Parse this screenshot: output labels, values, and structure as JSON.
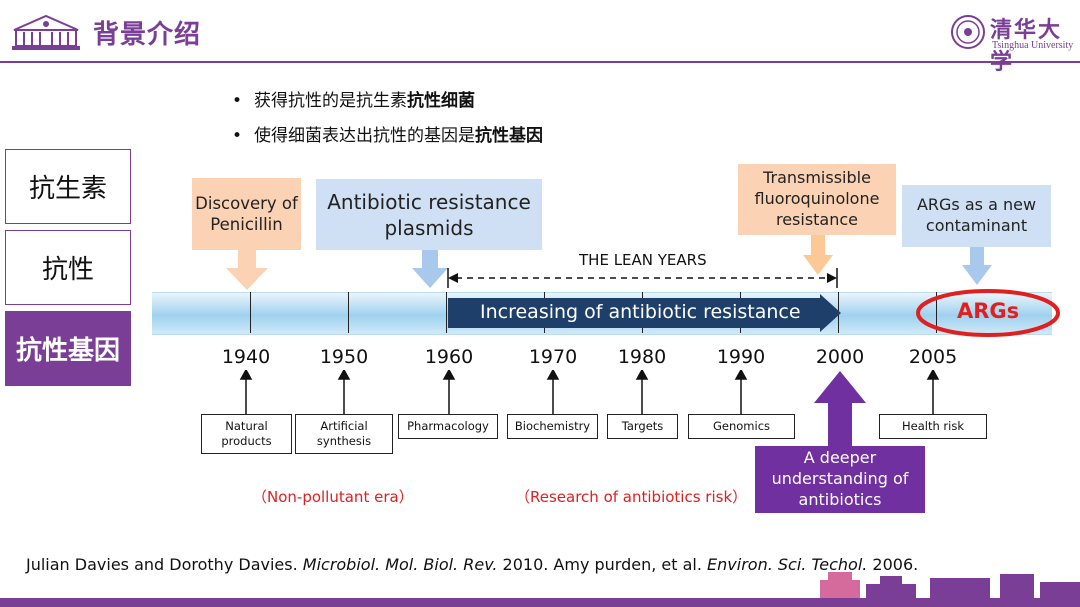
{
  "header": {
    "title": "背景介绍",
    "brand_cn": "清华大学",
    "brand_en": "Tsinghua University"
  },
  "bullets": [
    {
      "prefix": "获得抗性的是抗生素",
      "bold": "抗性细菌"
    },
    {
      "prefix": "使得细菌表达出抗性的基因是",
      "bold": "抗性基因"
    }
  ],
  "left_nav": [
    {
      "label": "抗生素",
      "active": false
    },
    {
      "label": "抗性",
      "active": false
    },
    {
      "label": "抗性基因",
      "active": true
    }
  ],
  "callouts": {
    "penicillin": "Discovery of Penicillin",
    "plasmids": "Antibiotic resistance plasmids",
    "fluoroquinolone": "Transmissible fluoroquinolone resistance",
    "args_new": "ARGs as a new contaminant"
  },
  "lean_years": "THE LEAN YEARS",
  "arrow_label": "Increasing of antibiotic resistance",
  "args_badge": "ARGs",
  "years": [
    "1940",
    "1950",
    "1960",
    "1970",
    "1980",
    "1990",
    "2000",
    "2005"
  ],
  "eras": [
    {
      "label": "Natural products",
      "year": "1940"
    },
    {
      "label": "Artificial synthesis",
      "year": "1950"
    },
    {
      "label": "Pharmacology",
      "year": "1960"
    },
    {
      "label": "Biochemistry",
      "year": "1970"
    },
    {
      "label": "Targets",
      "year": "1980"
    },
    {
      "label": "Genomics",
      "year": "1990"
    },
    {
      "label": "Health risk",
      "year": "2005"
    }
  ],
  "deeper": "A deeper understanding of antibiotics",
  "era_labels": {
    "non_pollutant": "（Non-pollutant era）",
    "research": "（Research of antibiotics risk）"
  },
  "citation": {
    "part1": "Julian Davies and Dorothy Davies. ",
    "journal1": "Microbiol. Mol. Biol. Rev.",
    "part2": " 2010. Amy purden, et al. ",
    "journal2": "Environ. Sci. Techol.",
    "part3": " 2006."
  },
  "colors": {
    "brand": "#7a3e96",
    "accent_red": "#e02020",
    "navy_arrow": "#1f3f6b",
    "orange": "#fbd2b4",
    "blue": "#cfe0f4"
  }
}
